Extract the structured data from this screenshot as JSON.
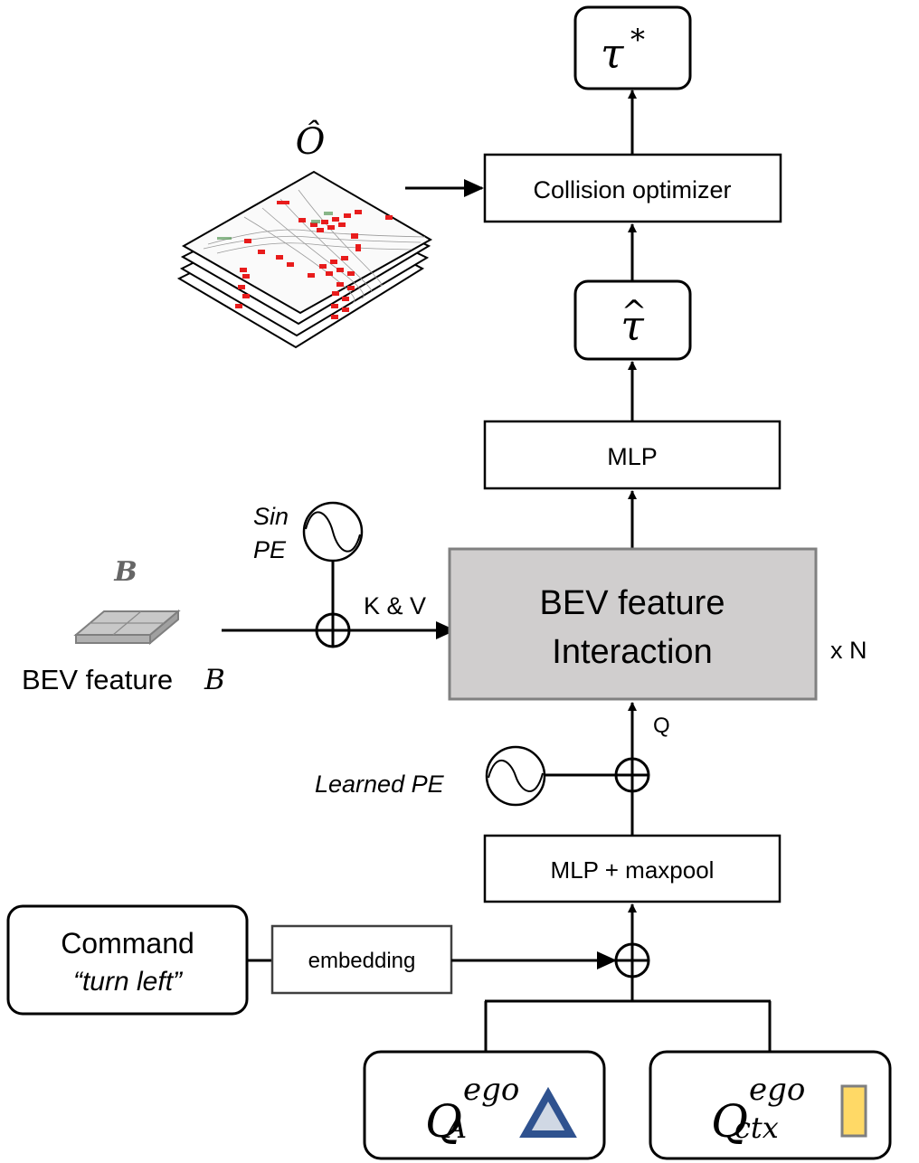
{
  "nodes": {
    "tau_star": {
      "symbol": "τ",
      "superscript": "*"
    },
    "collision_optimizer": {
      "label": "Collision optimizer"
    },
    "tau_hat": {
      "symbol": "τ",
      "accent": "^"
    },
    "mlp": {
      "label": "MLP"
    },
    "bev_interaction": {
      "line1": "BEV feature",
      "line2": "Interaction",
      "repeat": "x N"
    },
    "mlp_maxpool": {
      "label": "MLP + maxpool"
    },
    "command": {
      "line1": "Command",
      "line2": "“turn left”"
    },
    "embedding": {
      "label": "embedding"
    },
    "q_a": {
      "base": "Q",
      "sup": "ego",
      "sub": "A"
    },
    "q_ctx": {
      "base": "Q",
      "sup": "ego",
      "sub": "ctx"
    }
  },
  "labels": {
    "o_hat": "Ô",
    "bev_b_symbol": "B",
    "bev_feature_text": "BEV feature ",
    "bev_feature_symbol": "B",
    "sin_pe_line1": "Sin",
    "sin_pe_line2": "PE",
    "k_and_v": "K & V",
    "q": "Q",
    "learned_pe": "Learned PE"
  },
  "colors": {
    "bev_box_fill": "#d0cece",
    "bev_box_stroke": "#808080",
    "triangle_stroke": "#2f528f",
    "triangle_fill": "#d0d8e4",
    "ctx_rect_fill": "#ffd966",
    "ctx_rect_stroke": "#7f7f7f",
    "occupancy_red": "#e81c1c",
    "occupancy_green": "#5a9a5a"
  }
}
